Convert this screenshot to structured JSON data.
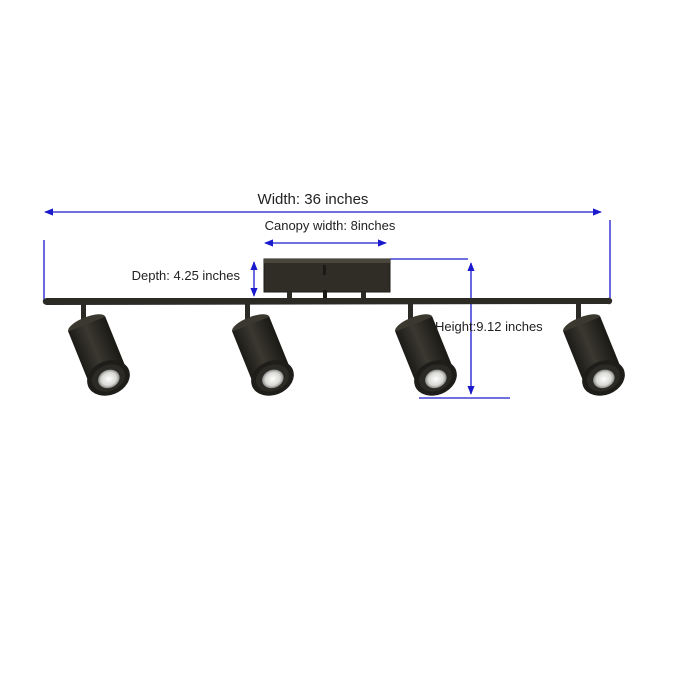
{
  "labels": {
    "width": "Width: 36 inches",
    "canopy_width": "Canopy width: 8inches",
    "depth": "Depth: 4.25 inches",
    "height": "Height:9.12 inches"
  },
  "colors": {
    "dimension_line": "#1a1acc",
    "fixture": "#2b2a24",
    "bulb": "#e8e8e6"
  },
  "fixture": {
    "spotlight_count": 4
  }
}
